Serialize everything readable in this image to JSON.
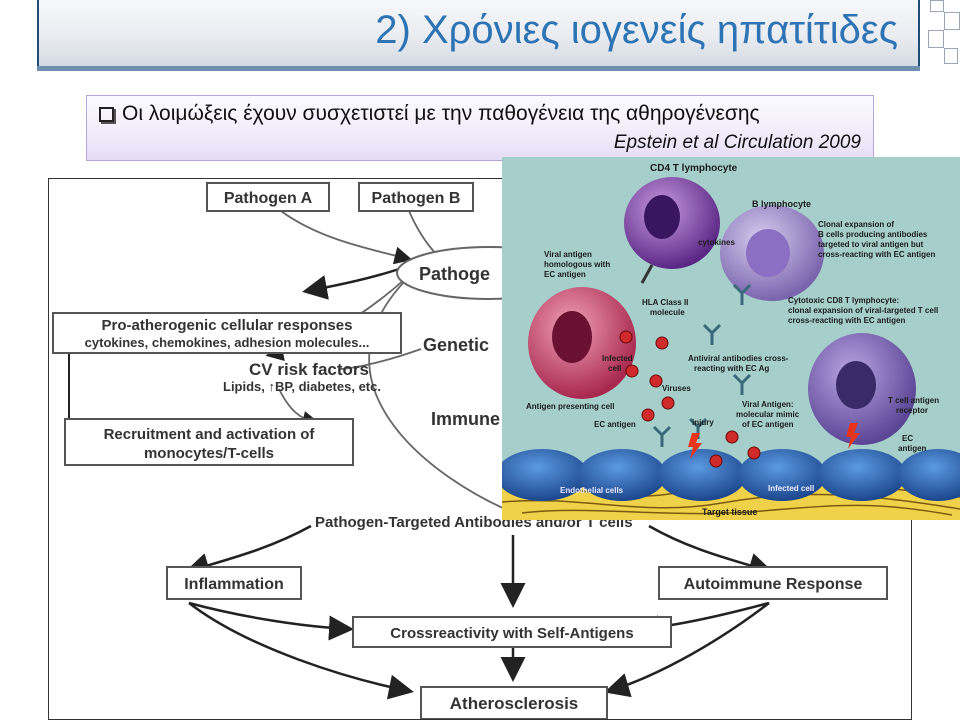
{
  "slide": {
    "title": "2) Χρόνιες ιογενείς ηπατίτιδες",
    "bullet": "Οι λοιμώξεις έχουν συσχετιστεί με την παθογένεια της αθηρογένεσης",
    "citation": "Epstein et al Circulation 2009"
  },
  "diagram": {
    "pathogen_a": "Pathogen A",
    "pathogen_b": "Pathogen B",
    "pathogen_oval": "Pathoge",
    "pro_atherogenic_title": "Pro-atherogenic cellular responses",
    "pro_atherogenic_sub": "cytokines, chemokines, adhesion molecules...",
    "genetic": "Genetic",
    "cv_risk_title": "CV risk factors",
    "cv_risk_sub": "Lipids, ↑BP, diabetes, etc.",
    "immune": "Immune",
    "recruitment_line1": "Recruitment and activation of",
    "recruitment_line2": "monocytes/T-cells",
    "pathogen_targeted": "Pathogen-Targeted Antibodies and/or T cells",
    "inflammation": "Inflammation",
    "autoimmune": "Autoimmune Response",
    "crossreactivity": "Crossreactivity with Self-Antigens",
    "atherosclerosis": "Atherosclerosis"
  },
  "inset": {
    "cd4": "CD4 T lymphocyte",
    "b_lymphocyte": "B lymphocyte",
    "clonal_b_1": "Clonal expansion of",
    "clonal_b_2": "B cells producing antibodies",
    "clonal_b_3": "targeted to viral antigen but",
    "clonal_b_4": "cross-reacting with EC antigen",
    "cytokines": "cytokines",
    "viral_homologous_1": "Viral antigen",
    "viral_homologous_2": "homologous with",
    "viral_homologous_3": "EC antigen",
    "hla_1": "HLA Class II",
    "hla_2": "molecule",
    "cd8_1": "Cytotoxic CD8 T lymphocyte:",
    "cd8_2": "clonal expansion of viral-targeted T cell",
    "cd8_3": "cross-reacting with EC antigen",
    "infected_cell_1": "Infected",
    "infected_cell_2": "cell",
    "antiviral_1": "Antiviral antibodies cross-",
    "antiviral_2": "reacting with EC Ag",
    "viruses": "Viruses",
    "apc": "Antigen presenting cell",
    "viral_mimic_1": "Viral Antigen:",
    "viral_mimic_2": "molecular mimic",
    "viral_mimic_3": "of EC antigen",
    "tcell_receptor_1": "T cell antigen",
    "tcell_receptor_2": "receptor",
    "ec_antigen": "EC antigen",
    "injury": "injury",
    "ec_antigen_right_1": "EC",
    "ec_antigen_right_2": "antigen",
    "endothelial": "Endothelial cells",
    "infected_cell_bottom": "Infected cell",
    "target_tissue": "Target tissue"
  },
  "colors": {
    "title": "#2e74b5",
    "banner_border": "#1f4e79",
    "bullet_bg": "#ece4f8",
    "inset_bg": "#a6cfcc",
    "cd4_cell": "#7a3ea0",
    "b_cell": "#8f7bc0",
    "apc_cell": "#c23a60",
    "endothelial": "#1f58a8",
    "tissue": "#f0d24a",
    "virus": "#d02a2a"
  }
}
